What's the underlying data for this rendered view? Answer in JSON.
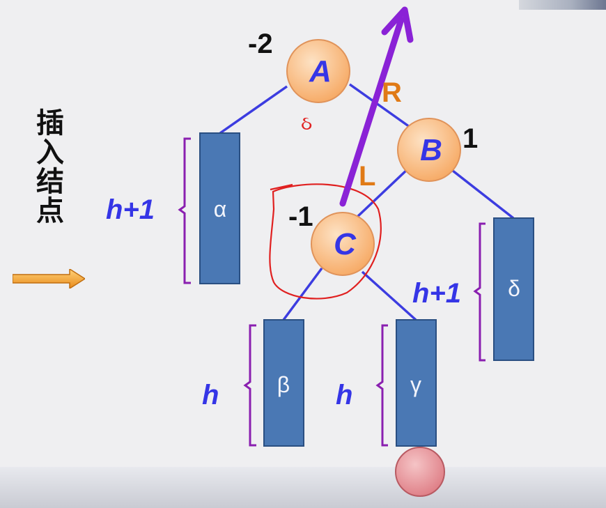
{
  "side_label": "插入结点",
  "nodes": {
    "A": {
      "label": "A",
      "balance": "-2"
    },
    "B": {
      "label": "B",
      "balance": "1"
    },
    "C": {
      "label": "C",
      "balance": "-1"
    }
  },
  "subtrees": {
    "alpha": {
      "label": "α",
      "height": "h+1"
    },
    "beta": {
      "label": "β",
      "height": "h"
    },
    "gamma": {
      "label": "γ",
      "height": "h"
    },
    "delta": {
      "label": "δ",
      "height": "h+1"
    }
  },
  "rotation_labels": {
    "first": "R",
    "second": "L"
  },
  "annotation": "ઠ",
  "colors": {
    "node_fill": "#f9c08c",
    "subtree_fill": "#4a78b4",
    "edge": "#3c3ce0",
    "brace": "#8a1fb0",
    "rotation_arrow": "#8a22d6",
    "rotation_text": "#e07a16",
    "annotation_red": "#e02020",
    "inserted_node": "#e58e94"
  }
}
